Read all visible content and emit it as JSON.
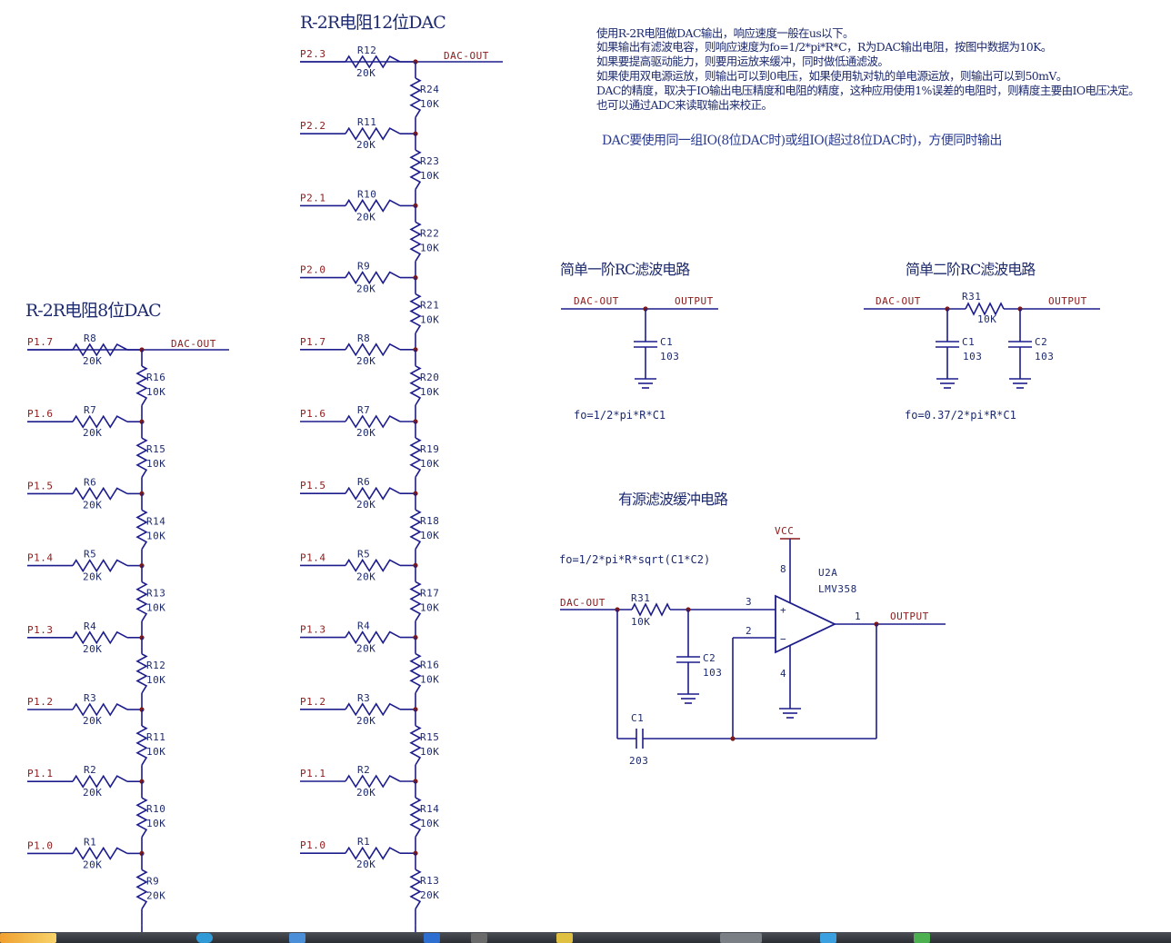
{
  "left_circuit": {
    "title": "R-2R电阻8位DAC",
    "output_label": "DAC-OUT",
    "rows": [
      {
        "port": "P1.7",
        "r2": "R8",
        "r2_val": "20K",
        "r": "R16",
        "r_val": "10K"
      },
      {
        "port": "P1.6",
        "r2": "R7",
        "r2_val": "20K",
        "r": "R15",
        "r_val": "10K"
      },
      {
        "port": "P1.5",
        "r2": "R6",
        "r2_val": "20K",
        "r": "R14",
        "r_val": "10K"
      },
      {
        "port": "P1.4",
        "r2": "R5",
        "r2_val": "20K",
        "r": "R13",
        "r_val": "10K"
      },
      {
        "port": "P1.3",
        "r2": "R4",
        "r2_val": "20K",
        "r": "R12",
        "r_val": "10K"
      },
      {
        "port": "P1.2",
        "r2": "R3",
        "r2_val": "20K",
        "r": "R11",
        "r_val": "10K"
      },
      {
        "port": "P1.1",
        "r2": "R2",
        "r2_val": "20K",
        "r": "R10",
        "r_val": "10K"
      },
      {
        "port": "P1.0",
        "r2": "R1",
        "r2_val": "20K",
        "r": "R9",
        "r_val": "20K"
      }
    ]
  },
  "mid_circuit": {
    "title": "R-2R电阻12位DAC",
    "output_label": "DAC-OUT",
    "rows": [
      {
        "port": "P2.3",
        "r2": "R12",
        "r2_val": "20K",
        "r": "R24",
        "r_val": "10K"
      },
      {
        "port": "P2.2",
        "r2": "R11",
        "r2_val": "20K",
        "r": "R23",
        "r_val": "10K"
      },
      {
        "port": "P2.1",
        "r2": "R10",
        "r2_val": "20K",
        "r": "R22",
        "r_val": "10K"
      },
      {
        "port": "P2.0",
        "r2": "R9",
        "r2_val": "20K",
        "r": "R21",
        "r_val": "10K"
      },
      {
        "port": "P1.7",
        "r2": "R8",
        "r2_val": "20K",
        "r": "R20",
        "r_val": "10K"
      },
      {
        "port": "P1.6",
        "r2": "R7",
        "r2_val": "20K",
        "r": "R19",
        "r_val": "10K"
      },
      {
        "port": "P1.5",
        "r2": "R6",
        "r2_val": "20K",
        "r": "R18",
        "r_val": "10K"
      },
      {
        "port": "P1.4",
        "r2": "R5",
        "r2_val": "20K",
        "r": "R17",
        "r_val": "10K"
      },
      {
        "port": "P1.3",
        "r2": "R4",
        "r2_val": "20K",
        "r": "R16",
        "r_val": "10K"
      },
      {
        "port": "P1.2",
        "r2": "R3",
        "r2_val": "20K",
        "r": "R15",
        "r_val": "10K"
      },
      {
        "port": "P1.1",
        "r2": "R2",
        "r2_val": "20K",
        "r": "R14",
        "r_val": "10K"
      },
      {
        "port": "P1.0",
        "r2": "R1",
        "r2_val": "20K",
        "r": "R13",
        "r_val": "20K"
      }
    ]
  },
  "notes": {
    "lines": [
      "使用R-2R电阻做DAC输出，响应速度一般在us以下。",
      "如果输出有滤波电容，则响应速度为fo=1/2*pi*R*C，R为DAC输出电阻，按图中数据为10K。",
      "如果要提高驱动能力，则要用运放来缓冲，同时做低通滤波。",
      "如果使用双电源运放，则输出可以到0电压，如果使用轨对轨的单电源运放，则输出可以到50mV。",
      "DAC的精度，取决于IO输出电压精度和电阻的精度，这种应用使用1%误差的电阻时，则精度主要由IO电压决定。",
      "也可以通过ADC来读取输出来校正。"
    ],
    "tip": "DAC要使用同一组IO(8位DAC时)或组IO(超过8位DAC时)，方便同时输出"
  },
  "rc1": {
    "title": "简单一阶RC滤波电路",
    "in_label": "DAC-OUT",
    "out_label": "OUTPUT",
    "c_name": "C1",
    "c_val": "103",
    "formula": "fo=1/2*pi*R*C1"
  },
  "rc2": {
    "title": "简单二阶RC滤波电路",
    "in_label": "DAC-OUT",
    "out_label": "OUTPUT",
    "r_name": "R31",
    "r_val": "10K",
    "c1_name": "C1",
    "c1_val": "103",
    "c2_name": "C2",
    "c2_val": "103",
    "formula": "fo=0.37/2*pi*R*C1"
  },
  "active": {
    "title": "有源滤波缓冲电路",
    "formula": "fo=1/2*pi*R*sqrt(C1*C2)",
    "in_label": "DAC-OUT",
    "out_label": "OUTPUT",
    "vcc": "VCC",
    "r_name": "R31",
    "r_val": "10K",
    "c1_name": "C1",
    "c1_val": "203",
    "c2_name": "C2",
    "c2_val": "103",
    "u_name": "U2A",
    "u_part": "LMV358",
    "pin_plus": "3",
    "pin_minus": "2",
    "pin_out": "1",
    "pin_vcc": "8",
    "pin_gnd": "4",
    "sym_plus": "+",
    "sym_minus": "−"
  }
}
